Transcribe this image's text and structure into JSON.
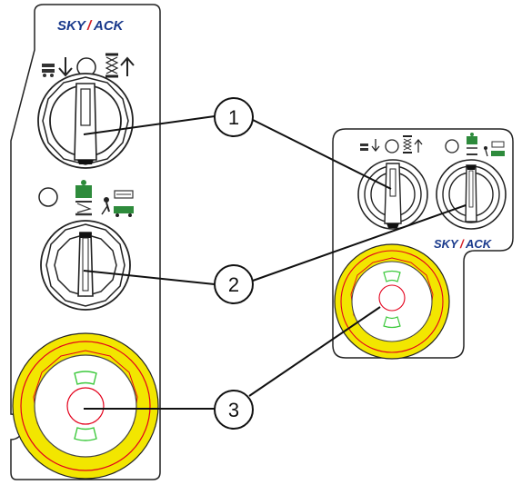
{
  "brand": {
    "logo_text": "SKYJACK",
    "colors": {
      "logo_blue": "#1a3a8c",
      "logo_red": "#d51f26"
    }
  },
  "colors": {
    "estop_ring": "#f2e600",
    "estop_red_line": "#e3001b",
    "estop_green_marks": "#3cc93c",
    "selector_green": "#2e8b3c",
    "outline": "#222222"
  },
  "icons": {
    "lower_control": "arrow-down-icon",
    "indicator": "indicator-light-icon",
    "raise_control": "arrow-up-icon",
    "platform_control": "platform-control-icon",
    "base_control": "base-control-icon"
  },
  "callouts": [
    {
      "number": "1"
    },
    {
      "number": "2"
    },
    {
      "number": "3"
    }
  ]
}
